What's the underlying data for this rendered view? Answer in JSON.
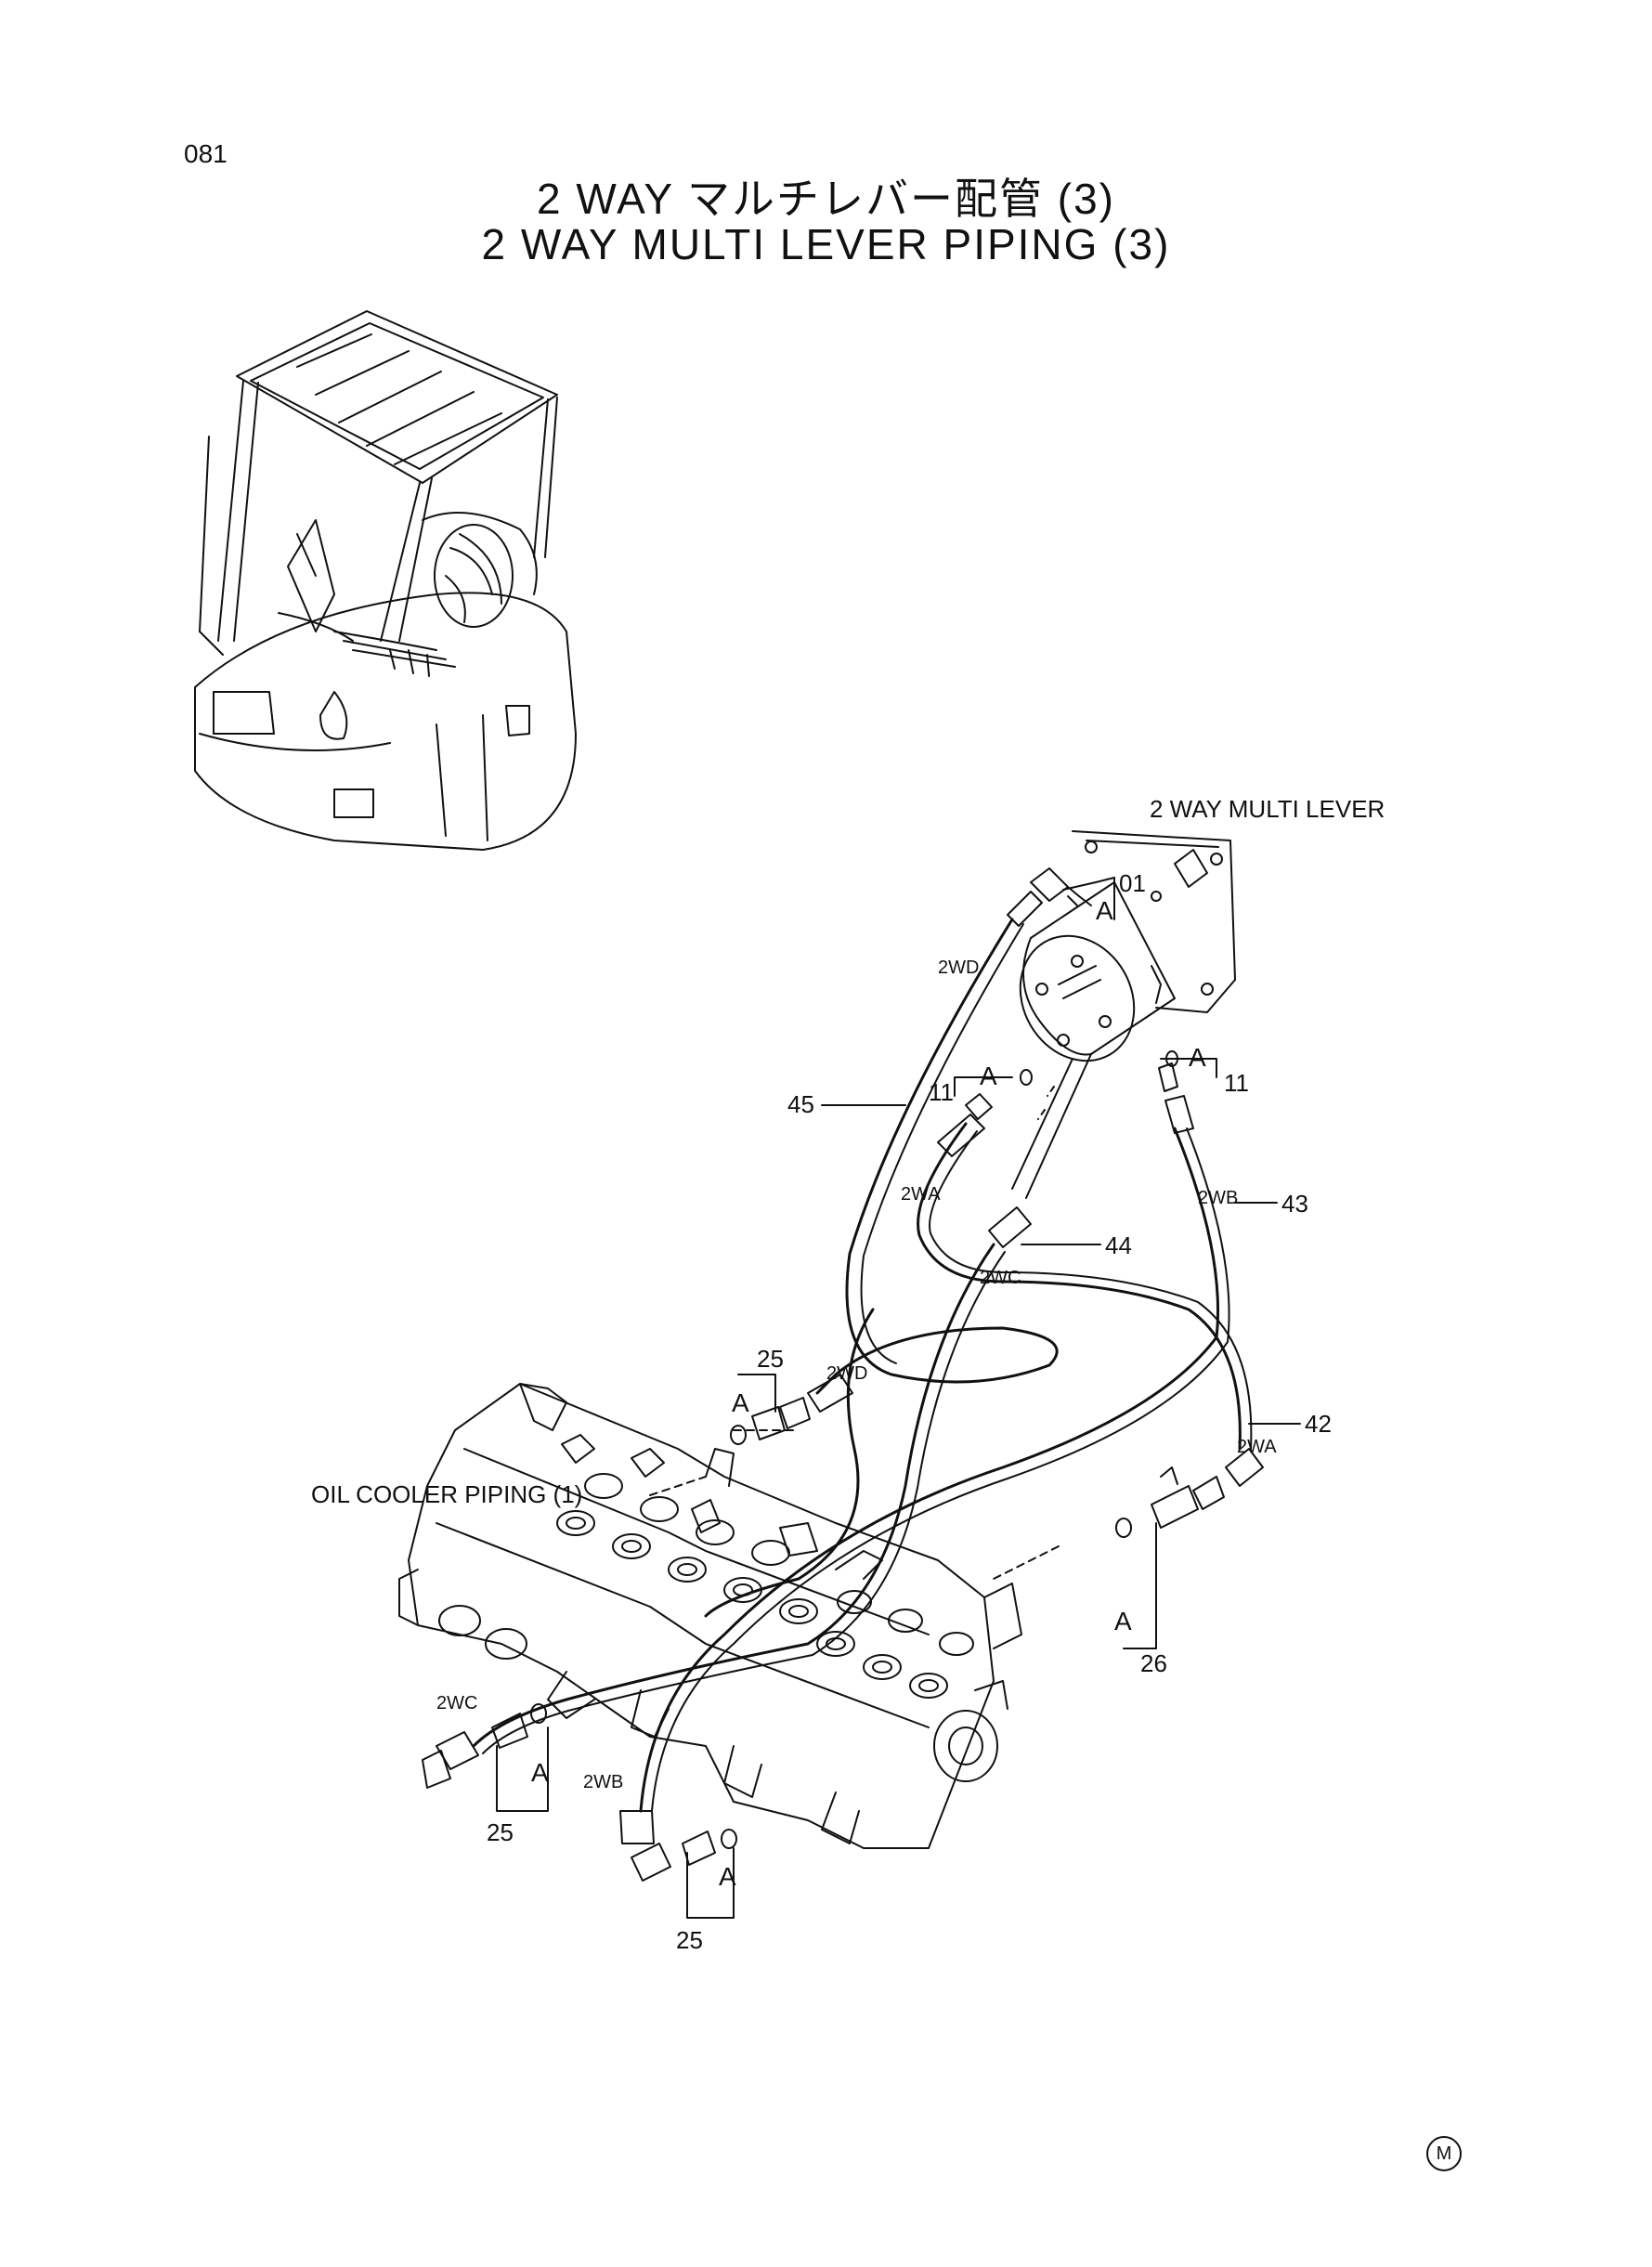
{
  "page_number": "081",
  "title_jp": "2 WAY マルチレバー配管 (3)",
  "title_en": "2 WAY MULTI LEVER PIPING (3)",
  "labels": {
    "two_way_multi_lever": "2 WAY MULTI LEVER",
    "oil_cooler_piping": "OIL COOLER PIPING (1)"
  },
  "callouts": {
    "p01": "01",
    "p11a": "11",
    "p11b": "11",
    "p42": "42",
    "p43": "43",
    "p44": "44",
    "p45": "45",
    "p25a": "25",
    "p25b": "25",
    "p25c": "25",
    "p26": "26"
  },
  "detail_mark": "A",
  "hose_tags": {
    "wd1": "2WD",
    "wd2": "2WD",
    "wa1": "2WA",
    "wa2": "2WA",
    "wb1": "2WB",
    "wb2": "2WB",
    "wc1": "2WC",
    "wc2": "2WC"
  },
  "corner_mark": "M"
}
